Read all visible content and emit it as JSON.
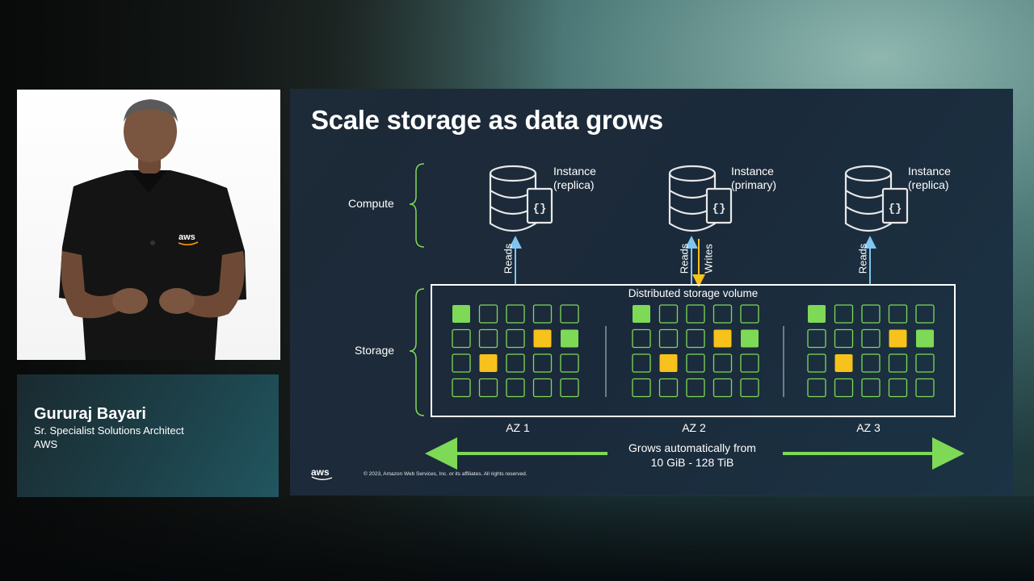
{
  "speaker": {
    "name": "Gururaj Bayari",
    "title": "Sr. Specialist Solutions Architect",
    "organization": "AWS",
    "shirt_logo": "aws"
  },
  "slide": {
    "title": "Scale storage as data grows",
    "labels": {
      "compute": "Compute",
      "storage": "Storage"
    },
    "instances": [
      {
        "label_line1": "Instance",
        "label_line2": "(replica)",
        "arrows": [
          "Reads"
        ]
      },
      {
        "label_line1": "Instance",
        "label_line2": "(primary)",
        "arrows": [
          "Reads",
          "Writes"
        ]
      },
      {
        "label_line1": "Instance",
        "label_line2": "(replica)",
        "arrows": [
          "Reads"
        ]
      }
    ],
    "volume_title": "Distributed storage volume",
    "azs": [
      "AZ 1",
      "AZ 2",
      "AZ 3"
    ],
    "grows_line1": "Grows automatically from",
    "grows_line2": "10 GiB - 128 TiB",
    "copyright": "© 2023, Amazon Web Services, Inc. or its affiliates. All rights reserved.",
    "logo": "aws",
    "block_grid": [
      [
        "green",
        "empty",
        "empty",
        "empty",
        "empty"
      ],
      [
        "empty",
        "empty",
        "empty",
        "yellow",
        "green"
      ],
      [
        "empty",
        "yellow",
        "empty",
        "empty",
        "empty"
      ],
      [
        "empty",
        "empty",
        "empty",
        "empty",
        "empty"
      ]
    ],
    "colors": {
      "green": "#7ed957",
      "yellow": "#f6c21b",
      "cyan": "#7fc6f0",
      "bracket": "#7ed957"
    }
  }
}
